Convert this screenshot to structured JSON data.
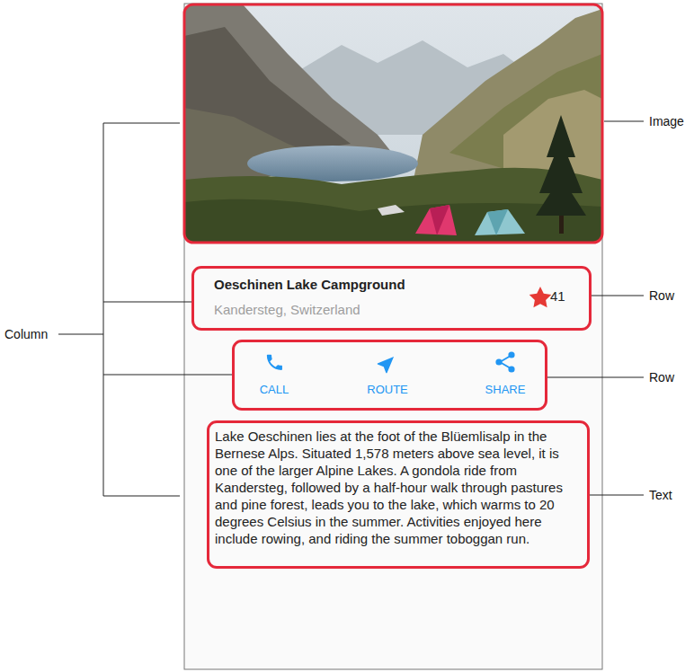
{
  "diagram": {
    "nodes": [
      {
        "text": [
          "Oeschinen Lake Campground",
          "Kandersteg, Switzerland",
          "41"
        ]
      },
      {
        "text": [
          "CALL",
          "ROUTE",
          "SHARE"
        ]
      },
      {
        "text": [
          "Lake Oeschinen lies at the foot of the Blüemlisalp in the Bernese Alps. Situated 1,578 meters above sea level, it is one of the larger Alpine Lakes. A gondola ride from Kandersteg, followed by a half-hour walk through pastures and pine forest, leads you to the lake, which warms to 20 degrees Celsius in the summer. Activities enjoyed here include rowing, and riding the summer toboggan run."
        ]
      }
    ],
    "labels": [
      "Image",
      "Row",
      "Row",
      "Text",
      "Column"
    ]
  }
}
